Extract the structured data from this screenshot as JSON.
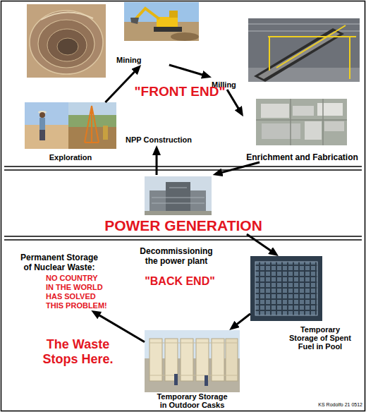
{
  "diagram": {
    "nodes": [
      {
        "text": [
          "Mining"
        ]
      },
      {
        "text": [
          "Milling"
        ]
      },
      {
        "text": [
          "Exploration"
        ]
      },
      {
        "text": [
          "NPP Construction"
        ]
      },
      {
        "text": [
          "Enrichment and Fabrication"
        ]
      },
      {
        "text": [
          "POWER GENERATION"
        ]
      },
      {
        "text": [
          "Permanent Storage of Nuclear Waste:",
          "NO COUNTRY IN THE WORLD HAS SOLVED THIS PROBLEM!"
        ]
      },
      {
        "text": [
          "Temporary Storage of Spent Fuel in Pool"
        ]
      },
      {
        "text": [
          "Temporary Storage in Outdoor Casks"
        ]
      }
    ],
    "edges": [
      {
        "from": 2,
        "to": 0,
        "arrow": "to"
      },
      {
        "from": 0,
        "to": 1,
        "arrow": "to"
      },
      {
        "from": 1,
        "to": 4,
        "arrow": "to"
      },
      {
        "from": 4,
        "to": 5,
        "arrow": "to"
      },
      {
        "from": 5,
        "to": 3,
        "arrow": "to"
      },
      {
        "from": 5,
        "to": 7,
        "arrow": "to"
      },
      {
        "from": 7,
        "to": 8,
        "arrow": "to"
      },
      {
        "from": 8,
        "to": 6,
        "arrow": "to"
      }
    ],
    "labels": [
      "\"FRONT END\"",
      "Decommissioning the power plant",
      "\"BACK END\"",
      "The Waste Stops Here.",
      "KS Rodolfo 21 0512"
    ]
  }
}
